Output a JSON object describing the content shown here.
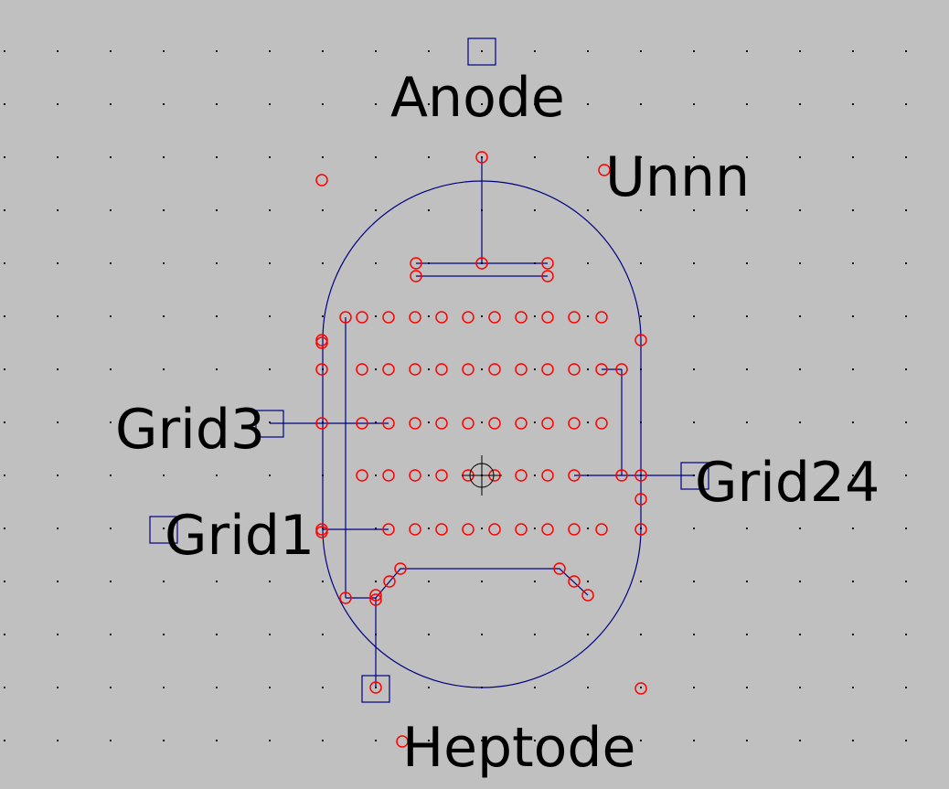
{
  "labels": {
    "anode": "Anode",
    "value": "Unnn",
    "grid3": "Grid3",
    "grid1": "Grid1",
    "grid24": "Grid24",
    "name": "Heptode"
  },
  "colors": {
    "background": "#c0c0c0",
    "wire": "#000080",
    "pin_marker": "#ff0000",
    "grid_dot": "#000000",
    "text": "#000000"
  }
}
